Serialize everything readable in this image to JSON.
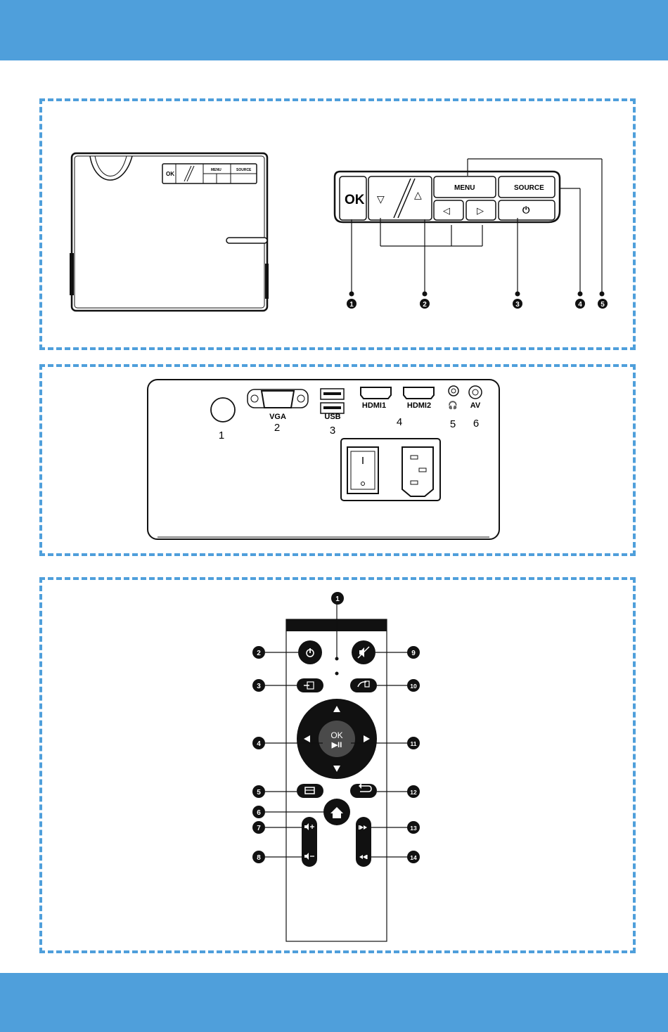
{
  "control_panel": {
    "button_labels": {
      "ok": "OK",
      "down": "▽",
      "up": "△",
      "menu": "MENU",
      "source": "SOURCE",
      "left": "◁",
      "right": "▷",
      "power": "⏻"
    },
    "small_labels": {
      "ok": "OK",
      "menu": "MENU",
      "source": "SOURCE"
    },
    "callouts": [
      "1",
      "2",
      "3",
      "4",
      "5"
    ]
  },
  "rear_panel": {
    "port_labels": {
      "vga": "VGA",
      "usb": "USB",
      "hdmi1": "HDMI1",
      "hdmi2": "HDMI2",
      "av": "AV",
      "headphone": "🎧"
    },
    "numbers": [
      "1",
      "2",
      "3",
      "4",
      "5",
      "6"
    ]
  },
  "remote": {
    "ok_label": "OK",
    "play_pause": "▶II",
    "callouts": [
      "1",
      "2",
      "3",
      "4",
      "5",
      "6",
      "7",
      "8",
      "9",
      "10",
      "11",
      "12",
      "13",
      "14"
    ]
  },
  "colors": {
    "accent": "#4f9fdb",
    "ink": "#111111"
  }
}
